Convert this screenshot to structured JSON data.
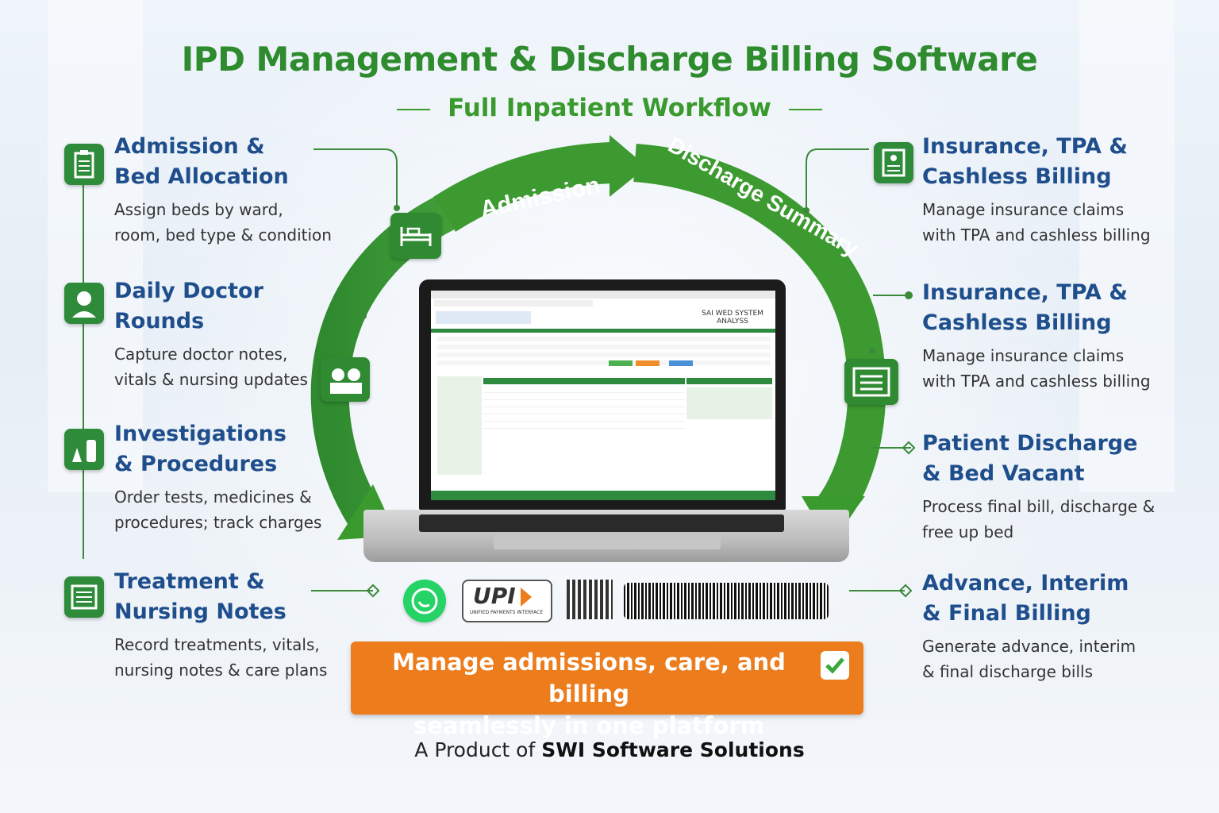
{
  "header": {
    "title": "IPD Management & Discharge Billing Software",
    "subtitle": "Full Inpatient Workflow"
  },
  "cycle": {
    "arrow_label_1": "Admission",
    "arrow_label_2": "Discharge Summary"
  },
  "left_features": [
    {
      "title_line1": "Admission &",
      "title_line2": "Bed Allocation",
      "desc_line1": "Assign beds by ward,",
      "desc_line2": "room, bed type & condition",
      "icon": "clipboard-icon"
    },
    {
      "title_line1": "Daily Doctor",
      "title_line2": "Rounds",
      "desc_line1": "Capture doctor notes,",
      "desc_line2": "vitals & nursing updates",
      "icon": "doctor-icon"
    },
    {
      "title_line1": "Investigations",
      "title_line2": "& Procedures",
      "desc_line1": "Order tests, medicines &",
      "desc_line2": "procedures; track charges",
      "icon": "lab-bottles-icon"
    },
    {
      "title_line1": "Treatment &",
      "title_line2": "Nursing Notes",
      "desc_line1": "Record treatments, vitals,",
      "desc_line2": "nursing notes & care plans",
      "icon": "notes-icon"
    }
  ],
  "right_features": [
    {
      "title_line1": "Insurance, TPA &",
      "title_line2": "Cashless Billing",
      "desc_line1": "Manage insurance claims",
      "desc_line2": "with TPA and cashless billing",
      "icon": "insurance-card-icon"
    },
    {
      "title_line1": "Insurance, TPA &",
      "title_line2": "Cashless Billing",
      "desc_line1": "Manage insurance claims",
      "desc_line2": "with TPA and cashless billing"
    },
    {
      "title_line1": "Patient Discharge",
      "title_line2": "& Bed Vacant",
      "desc_line1": "Process final bill, discharge &",
      "desc_line2": "free up bed"
    },
    {
      "title_line1": "Advance, Interim",
      "title_line2": "& Final Billing",
      "desc_line1": "Generate advance, interim",
      "desc_line2": "& final discharge bills"
    }
  ],
  "laptop": {
    "brand_line1": "SAI WED SYSTEM",
    "brand_line2": "ANALYSS"
  },
  "payment": {
    "upi_text": "UPI",
    "upi_subtext": "UNIFIED PAYMENTS INTERFACE"
  },
  "cta": {
    "line1": "Manage admissions, care, and billing",
    "line2": "seamlessly in one platform"
  },
  "footer": {
    "prefix": "A Product of",
    "company": "SWI Software Solutions"
  },
  "colors": {
    "primary_green": "#2e8b2e",
    "arrow_green": "#3f9a2f",
    "heading_blue": "#1f4e8c",
    "cta_orange": "#ec7c1c"
  }
}
